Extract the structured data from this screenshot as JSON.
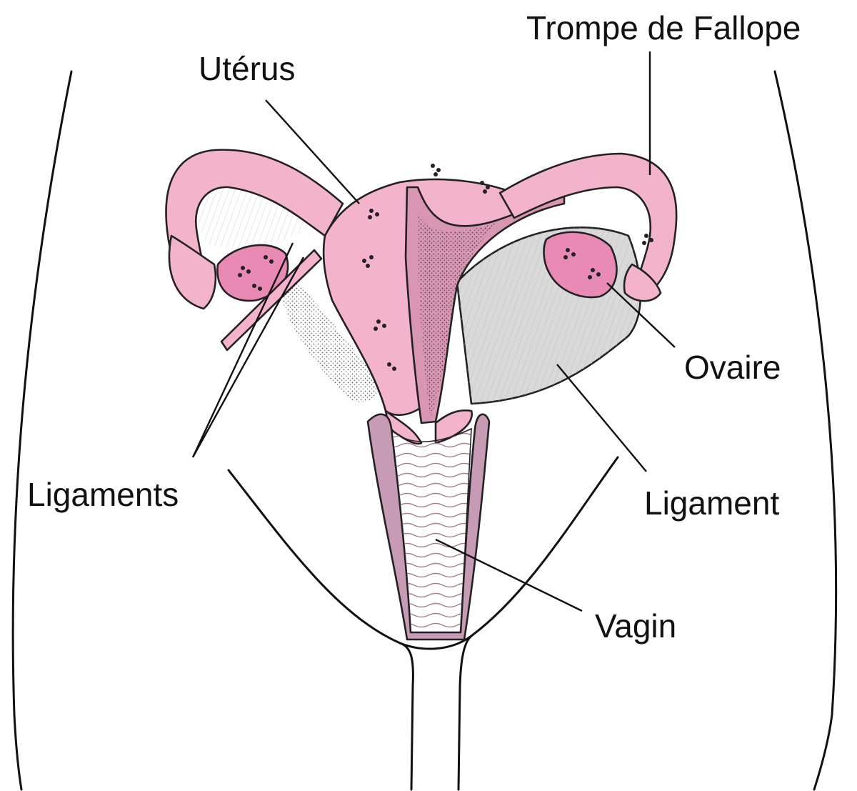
{
  "labels": {
    "uterus": "Utérus",
    "fallopian_tube": "Trompe de Fallope",
    "ovary": "Ovaire",
    "ligament": "Ligament",
    "ligaments": "Ligaments",
    "vagina": "Vagin"
  },
  "colors": {
    "tissue_pink": "#f4b3cc",
    "tissue_pink_dark": "#d996b3",
    "ovary_pink": "#e88ab3",
    "ligament_gray": "#d9d9d9",
    "vagina_mauve": "#c79bb5",
    "outline": "#222222"
  }
}
